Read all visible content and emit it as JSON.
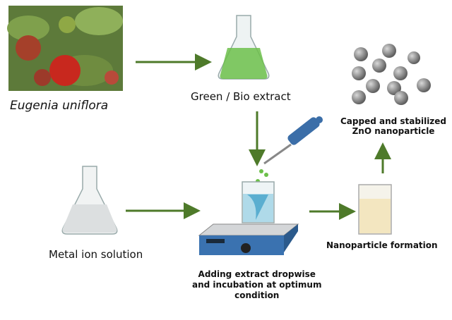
{
  "labels": {
    "plant": "Eugenia uniflora",
    "extract": "Green / Bio extract",
    "metal": "Metal ion solution",
    "adding_line1": "Adding extract dropwise",
    "adding_line2": "and incubation at optimum",
    "adding_line3": "condition",
    "formation": "Nanoparticle formation",
    "capped_line1": "Capped and stabilized",
    "capped_line2": "ZnO nanoparticle"
  },
  "colors": {
    "arrow": "#4e7a2a",
    "extract": "#6cc04a",
    "stirrer": "#2b5a8c",
    "product": "#f3e6c0",
    "particle": "#8a8a8a"
  }
}
